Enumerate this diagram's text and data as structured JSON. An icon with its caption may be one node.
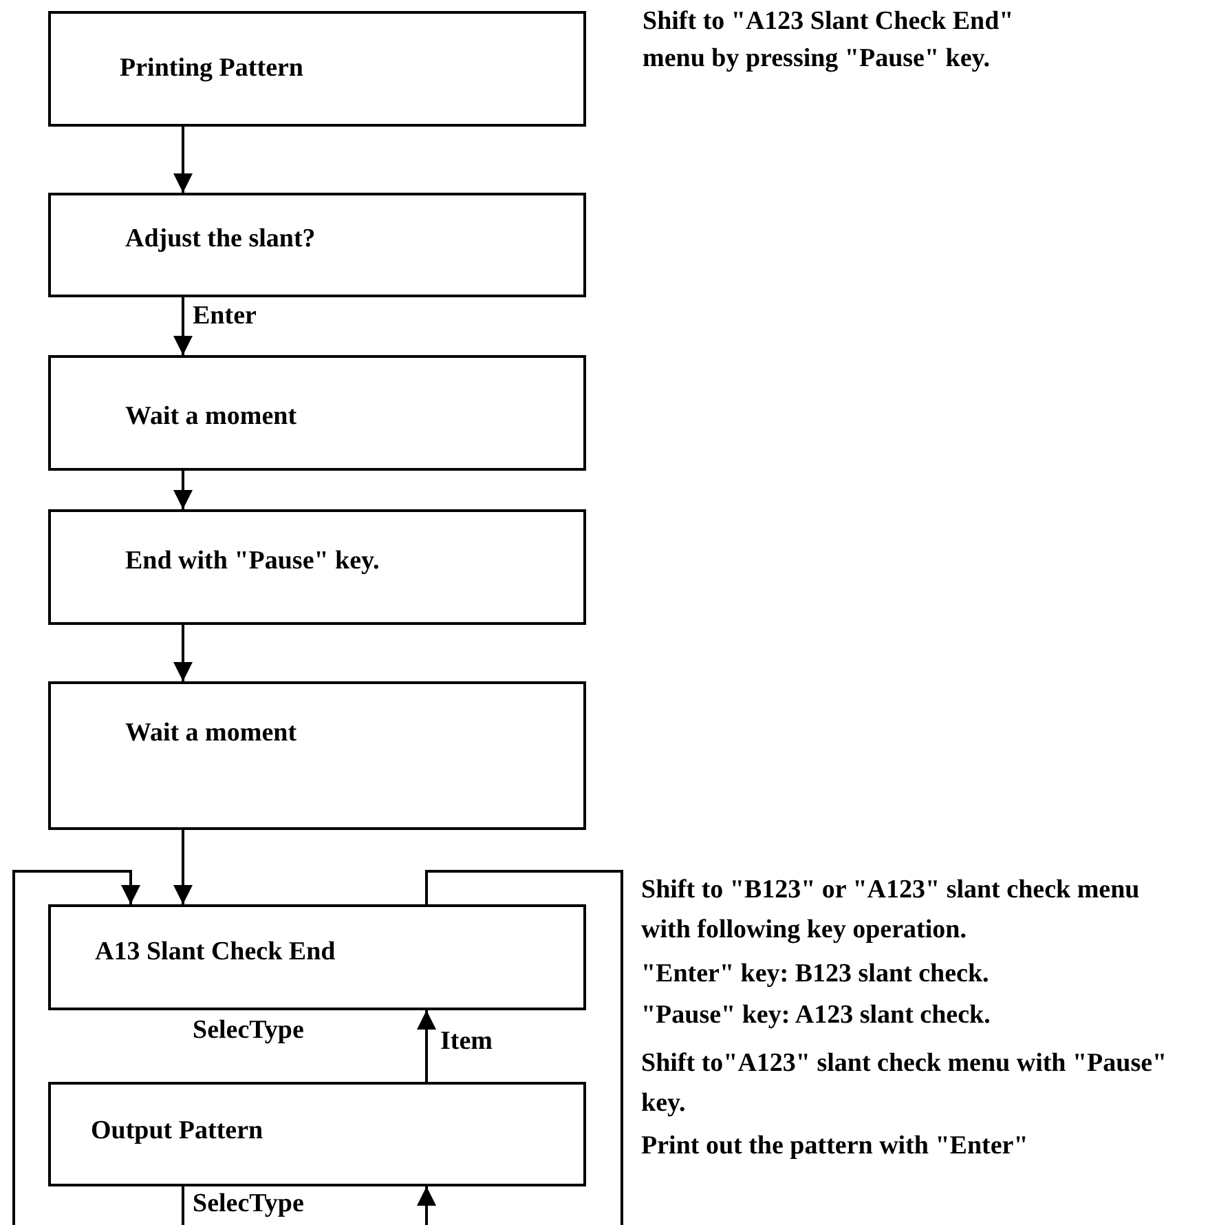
{
  "diagram": {
    "nodes": [
      {
        "text": [
          "Printing Pattern"
        ]
      },
      {
        "text": [
          "Adjust the slant?"
        ]
      },
      {
        "text": [
          "Wait a moment"
        ]
      },
      {
        "text": [
          "End with \"Pause\" key."
        ]
      },
      {
        "text": [
          "Wait a moment"
        ]
      },
      {
        "text": [
          "A13 Slant Check End"
        ]
      },
      {
        "text": [
          "Output Pattern"
        ]
      }
    ],
    "edges": [
      {
        "from": 0,
        "to": 1,
        "arrow": "to"
      },
      {
        "from": 1,
        "to": 2,
        "arrow": "to",
        "label": "Enter"
      },
      {
        "from": 2,
        "to": 3,
        "arrow": "to"
      },
      {
        "from": 3,
        "to": 4,
        "arrow": "to"
      },
      {
        "from": 4,
        "to": 5,
        "arrow": "to"
      },
      {
        "from": null,
        "to": 5,
        "arrow": "to"
      },
      {
        "from": 5,
        "to": null,
        "arrow": "none"
      },
      {
        "from": 6,
        "to": 5,
        "arrow": "to",
        "label": "Item"
      },
      {
        "from": 6,
        "to": null,
        "arrow": "none",
        "label": "SelecType"
      },
      {
        "from": null,
        "to": 6,
        "arrow": "to"
      }
    ],
    "labels": [
      "Shift to \"A123 Slant Check End\" menu by pressing \"Pause\" key.",
      "Shift to \"B123\" or \"A123\" slant check menu with following key operation.",
      "\"Enter\" key: B123 slant check.",
      "\"Pause\" key: A123 slant check.",
      "SelecType",
      "Shift to\"A123\" slant check menu with \"Pause\" key.",
      "Print out the pattern with \"Enter\""
    ]
  }
}
